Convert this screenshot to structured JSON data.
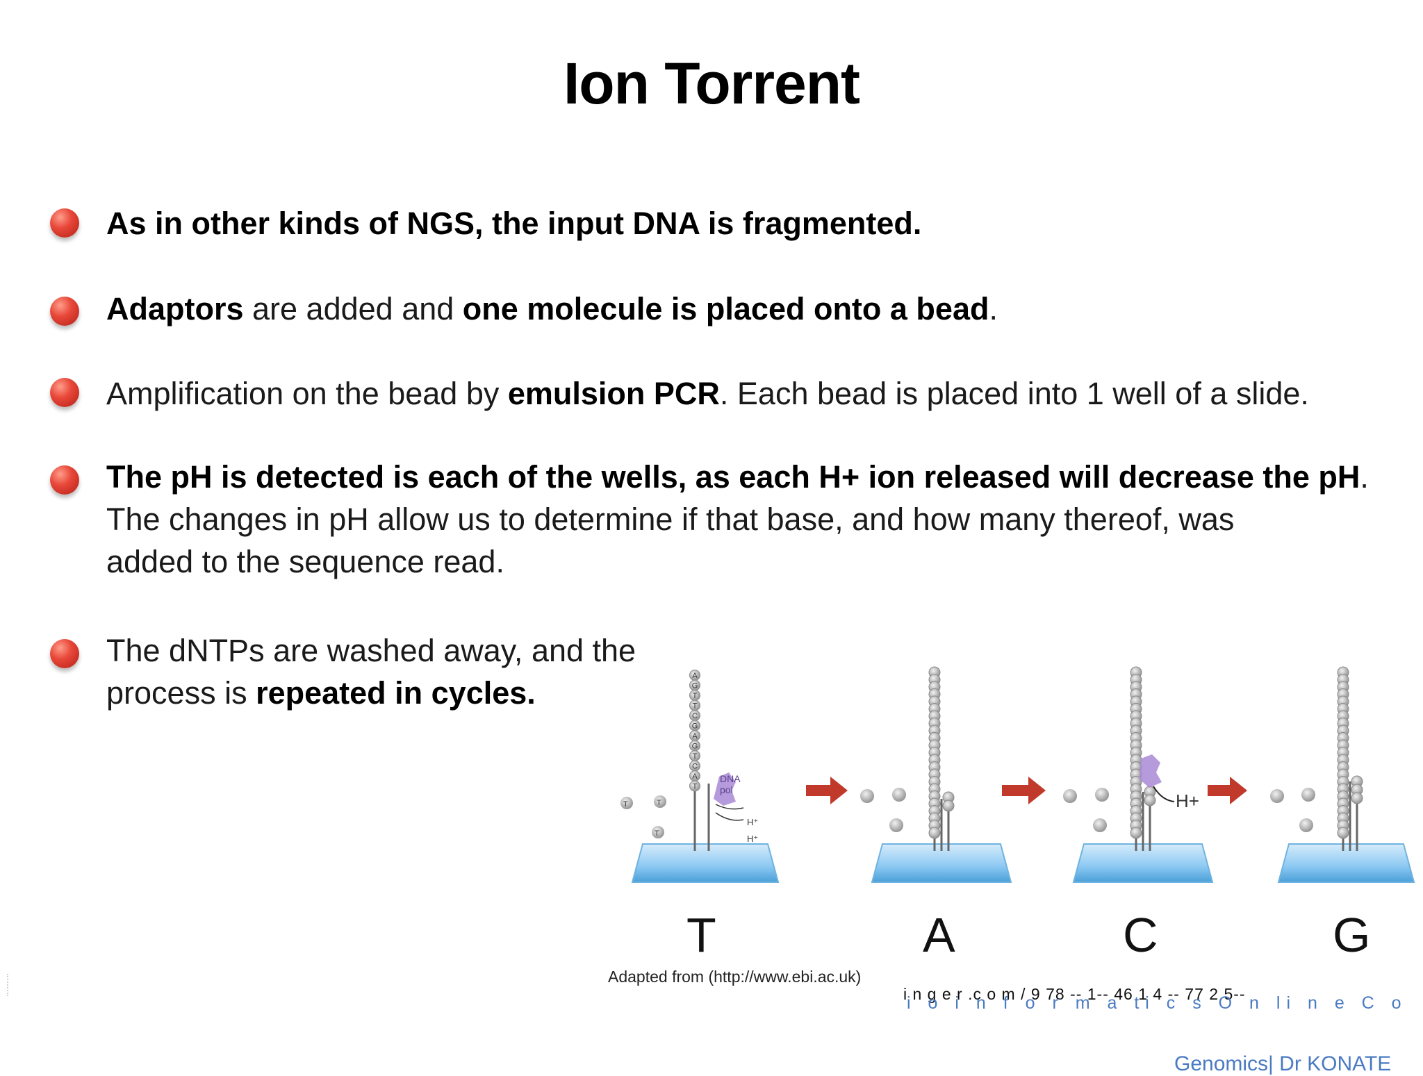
{
  "title": "Ion Torrent",
  "bullets": [
    {
      "parts": [
        {
          "bold": "As in other kinds of NGS, the input DNA is fragmented."
        }
      ]
    },
    {
      "parts": [
        {
          "bold": "Adaptors"
        },
        {
          "plain": " are added and "
        },
        {
          "bold": "one molecule is placed onto a bead"
        },
        {
          "plain": "."
        }
      ]
    },
    {
      "parts": [
        {
          "plain": "Amplification on the bead by "
        },
        {
          "bold": "emulsion PCR"
        },
        {
          "plain": ". Each bead is placed into 1 well of a slide."
        }
      ]
    },
    {
      "parts": [
        {
          "bold": "The pH is detected is each of the wells, as each H+ ion released will decrease the pH"
        },
        {
          "plain": "."
        }
      ],
      "line2": "The changes in pH allow us to determine if that base, and how many thereof, was",
      "line3": "added to the sequence read."
    },
    {
      "line1": "The dNTPs are washed away, and the",
      "line2_plain": "process is ",
      "line2_bold": "repeated in cycles."
    }
  ],
  "diagram": {
    "bases": [
      "T",
      "A",
      "C",
      "G"
    ],
    "strand_letters": "AGTTCGAGTCAT",
    "enzyme_label_1": "DNA",
    "enzyme_label_2": "pol",
    "nucleotide": "T",
    "proton": "H+",
    "proton_small": "H⁺"
  },
  "caption": "Adapted  from  (http://www.ebi.ac.uk)",
  "isbn_line": "i n  g e  r .c  o m   /  9  78  --  1--   46  1  4  --  77  2  5--",
  "online_line": "i o i n f o r m a ti c s O n li n e C o",
  "footer": "Genomics| Dr KONATE",
  "colors": {
    "bullet": "#e8483a",
    "arrow": "#c0392b",
    "slide": "#7cc0ee",
    "enzyme": "#a98ad6",
    "link": "#4a7ac2"
  }
}
